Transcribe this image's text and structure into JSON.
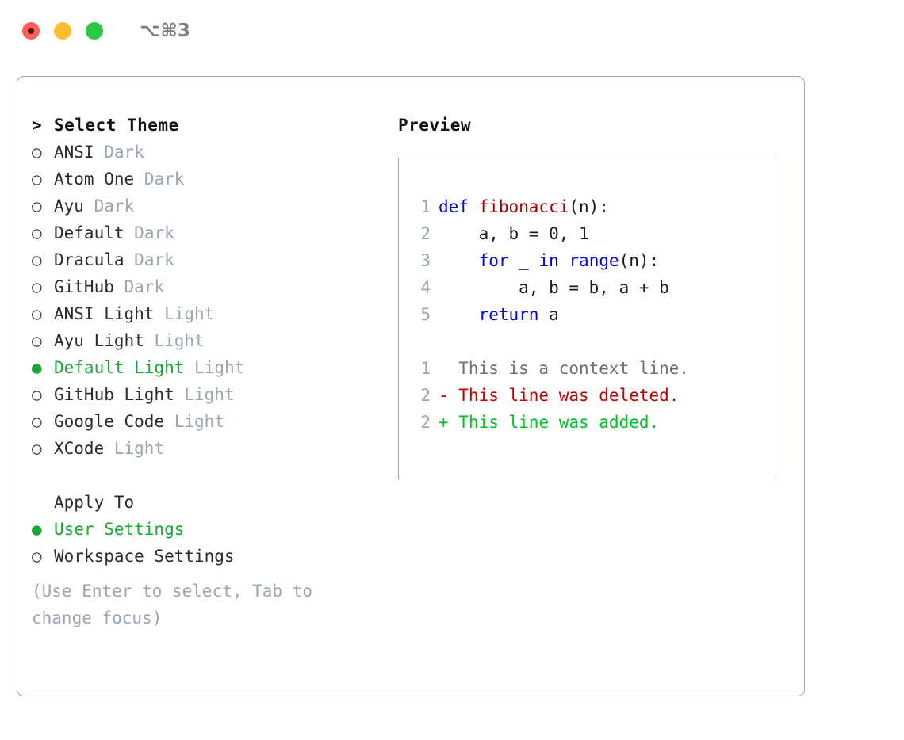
{
  "titlebar": {
    "lights": [
      "close-red",
      "minimize-yellow",
      "maximize-green"
    ],
    "shortcut": "⌥⌘3"
  },
  "left_panel": {
    "header": {
      "marker": ">",
      "label": "Select Theme"
    },
    "themes": [
      {
        "marker": "○",
        "name": "ANSI",
        "tag": "Dark",
        "selected": false
      },
      {
        "marker": "○",
        "name": "Atom One",
        "tag": "Dark",
        "selected": false
      },
      {
        "marker": "○",
        "name": "Ayu",
        "tag": "Dark",
        "selected": false
      },
      {
        "marker": "○",
        "name": "Default",
        "tag": "Dark",
        "selected": false
      },
      {
        "marker": "○",
        "name": "Dracula",
        "tag": "Dark",
        "selected": false
      },
      {
        "marker": "○",
        "name": "GitHub",
        "tag": "Dark",
        "selected": false
      },
      {
        "marker": "○",
        "name": "ANSI Light",
        "tag": "Light",
        "selected": false
      },
      {
        "marker": "○",
        "name": "Ayu Light",
        "tag": "Light",
        "selected": false
      },
      {
        "marker": "●",
        "name": "Default Light",
        "tag": "Light",
        "selected": true
      },
      {
        "marker": "○",
        "name": "GitHub Light",
        "tag": "Light",
        "selected": false
      },
      {
        "marker": "○",
        "name": "Google Code",
        "tag": "Light",
        "selected": false
      },
      {
        "marker": "○",
        "name": "XCode",
        "tag": "Light",
        "selected": false
      }
    ],
    "apply_to": {
      "title": "Apply To",
      "options": [
        {
          "marker": "●",
          "label": "User Settings",
          "selected": true
        },
        {
          "marker": "○",
          "label": "Workspace Settings",
          "selected": false
        }
      ]
    },
    "hint": "(Use Enter to select, Tab to change focus)"
  },
  "preview": {
    "title": "Preview",
    "code": [
      {
        "lineno": "1",
        "tokens": [
          {
            "t": "def ",
            "c": "kw"
          },
          {
            "t": "fibonacci",
            "c": "fn"
          },
          {
            "t": "(n):",
            "c": "plain"
          }
        ]
      },
      {
        "lineno": "2",
        "tokens": [
          {
            "t": "    a, b = 0, 1",
            "c": "plain"
          }
        ]
      },
      {
        "lineno": "3",
        "tokens": [
          {
            "t": "    ",
            "c": "plain"
          },
          {
            "t": "for",
            "c": "kw"
          },
          {
            "t": " _ ",
            "c": "plain"
          },
          {
            "t": "in",
            "c": "kw"
          },
          {
            "t": " ",
            "c": "plain"
          },
          {
            "t": "range",
            "c": "kw"
          },
          {
            "t": "(n):",
            "c": "plain"
          }
        ]
      },
      {
        "lineno": "4",
        "tokens": [
          {
            "t": "        a, b = b, a + b",
            "c": "plain"
          }
        ]
      },
      {
        "lineno": "5",
        "tokens": [
          {
            "t": "    ",
            "c": "plain"
          },
          {
            "t": "return",
            "c": "kw"
          },
          {
            "t": " a",
            "c": "plain"
          }
        ]
      }
    ],
    "diff": [
      {
        "lineno": "1",
        "text": "  This is a context line.",
        "kind": "ctx"
      },
      {
        "lineno": "2",
        "text": "- This line was deleted.",
        "kind": "del"
      },
      {
        "lineno": "2",
        "text": "+ This line was added.",
        "kind": "add"
      }
    ]
  },
  "colors": {
    "accent_green": "#16a832",
    "muted_gray": "#9aa5b1",
    "border": "#9aa5b1",
    "keyword_blue": "#0000ee",
    "function_red": "#a80000",
    "diff_delete": "#c40000",
    "diff_add": "#00c421",
    "diff_context": "#6f6f6f"
  }
}
